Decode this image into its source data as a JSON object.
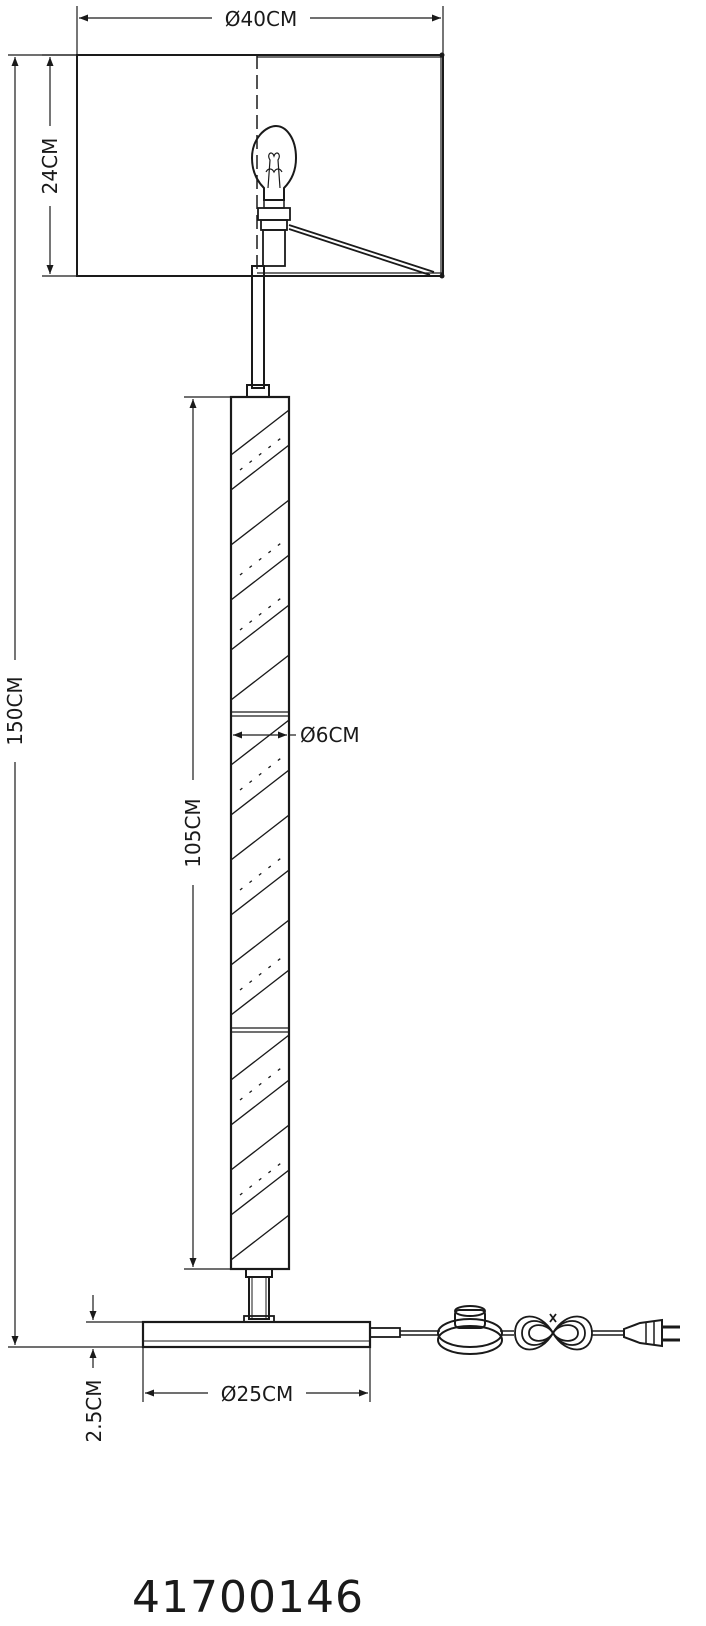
{
  "dimensions": {
    "shade_diameter": "Ø40CM",
    "shade_height": "24CM",
    "total_height": "150CM",
    "column_height": "105CM",
    "column_diameter": "Ø6CM",
    "base_diameter": "Ø25CM",
    "base_height": "2.5CM"
  },
  "model_number": "41700146",
  "colors": {
    "line": "#1a1a1a",
    "background": "#ffffff"
  }
}
